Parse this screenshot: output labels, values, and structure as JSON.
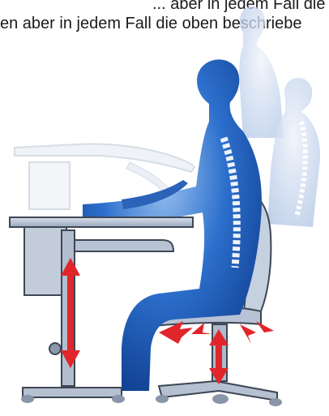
{
  "caption": {
    "line1": "... aber in jedem Fall die oben beschriebe",
    "line2": "en aber in jedem Fall die oben beschriebe"
  },
  "colors": {
    "body_blue": "#1f5fb8",
    "body_blue_light": "#7aa6dc",
    "ghost_blue": "#c9d8ee",
    "furniture_gray": "#b9c4d4",
    "furniture_outline": "#3d4654",
    "arrow_red": "#e0262b",
    "spine": "#f2f5f8"
  },
  "icons": [
    "up-down-arrow-table",
    "up-down-arrow-chair",
    "tilt-arrows-seat"
  ]
}
